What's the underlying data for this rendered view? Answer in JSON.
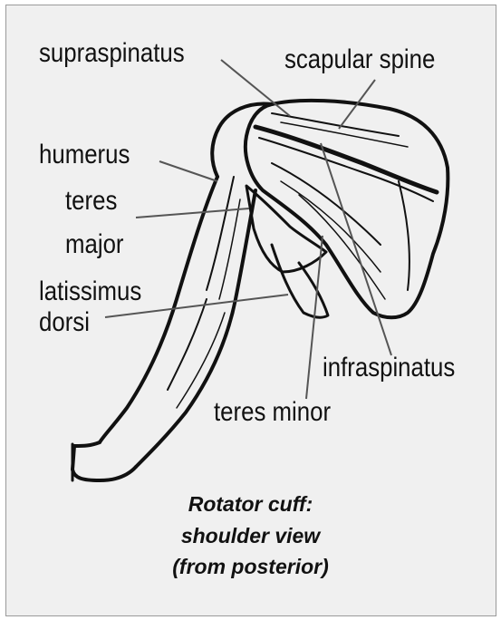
{
  "labels": {
    "supraspinatus": "supraspinatus",
    "scapular_spine": "scapular spine",
    "humerus": "humerus",
    "teres_major_line1": "teres",
    "teres_major_line2": "major",
    "latissimus_dorsi_line1": "latissimus",
    "latissimus_dorsi_line2": "dorsi",
    "infraspinatus": "infraspinatus",
    "teres_minor": "teres minor"
  },
  "caption": {
    "line1": "Rotator cuff:",
    "line2": "shoulder view",
    "line3": "(from posterior)"
  },
  "colors": {
    "panel_background": "#f0f0f0",
    "ink": "#111111",
    "leader_line": "#555555"
  }
}
